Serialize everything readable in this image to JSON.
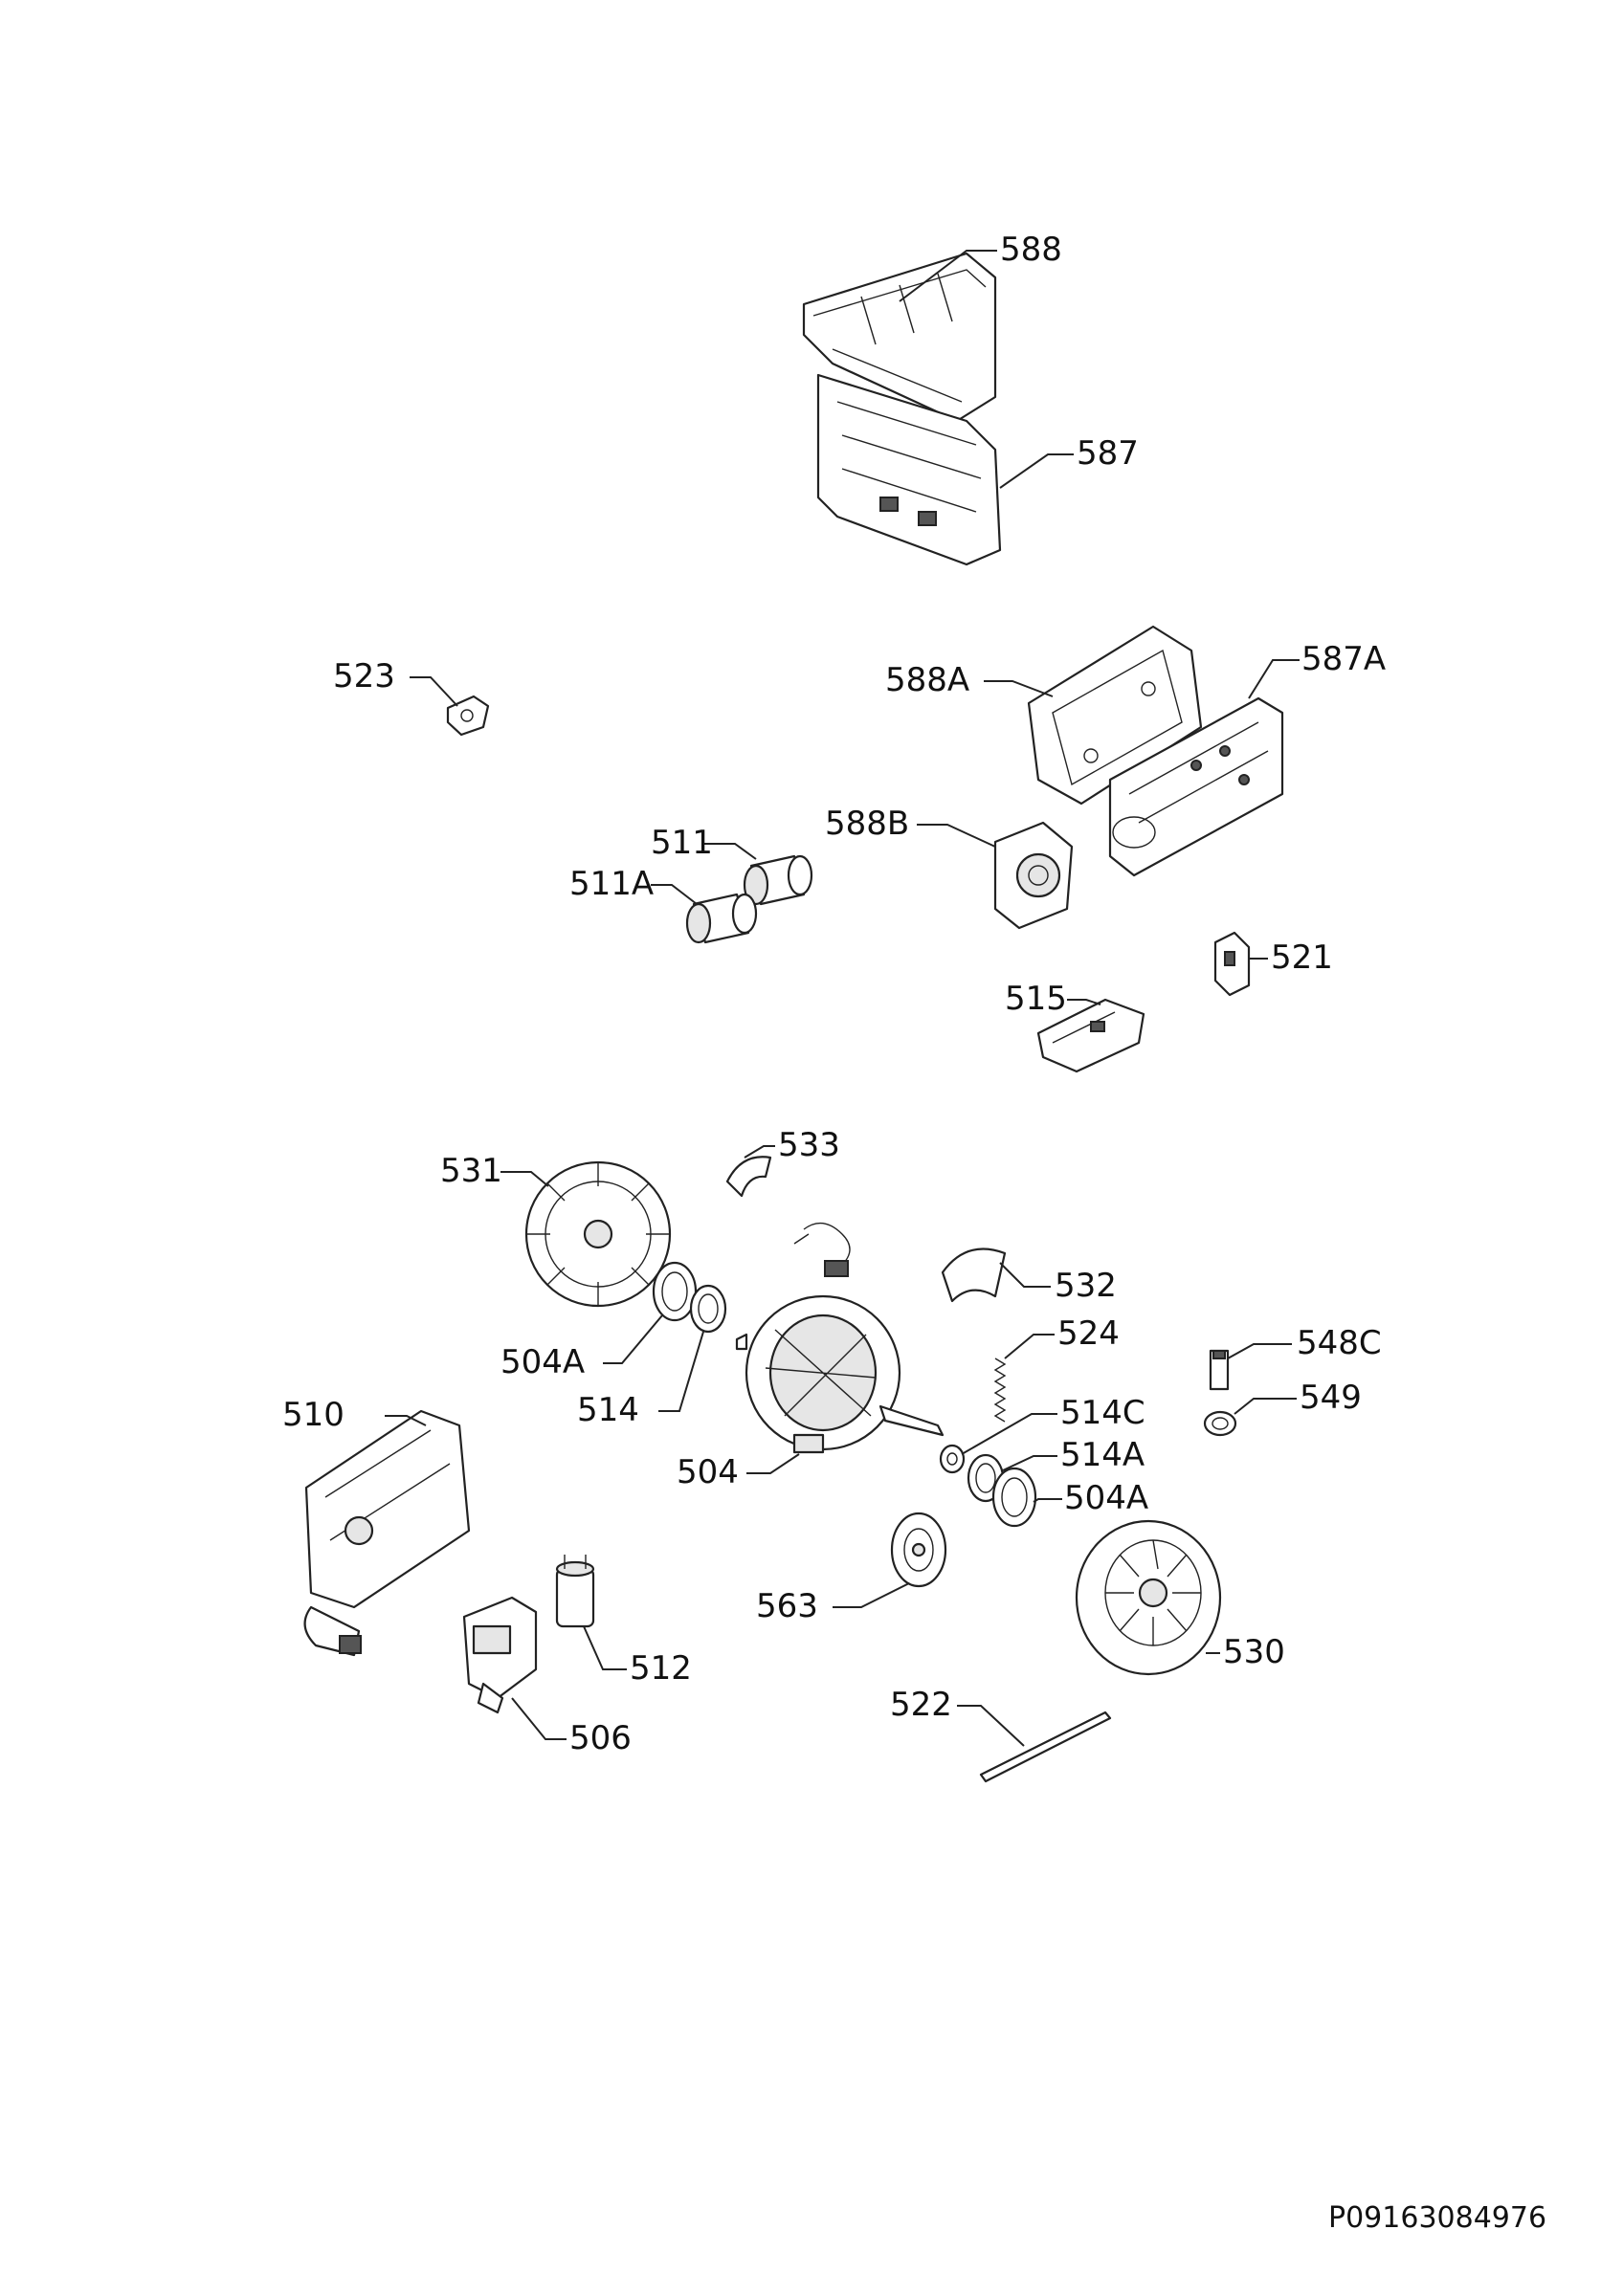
{
  "labels": {
    "p588": "588",
    "p587": "587",
    "p523": "523",
    "p588A": "588A",
    "p587A": "587A",
    "p511": "511",
    "p511A": "511A",
    "p588B": "588B",
    "p521": "521",
    "p515": "515",
    "p533": "533",
    "p531": "531",
    "p532": "532",
    "p524": "524",
    "p548C": "548C",
    "p504A_left": "504A",
    "p514": "514",
    "p549": "549",
    "p510": "510",
    "p514C": "514C",
    "p504": "504",
    "p514A": "514A",
    "p504A_right": "504A",
    "p563": "563",
    "p530": "530",
    "p512": "512",
    "p506": "506",
    "p522": "522"
  },
  "drawing_code": "P09163084976",
  "colors": {
    "line": "#222222",
    "background": "#ffffff"
  }
}
